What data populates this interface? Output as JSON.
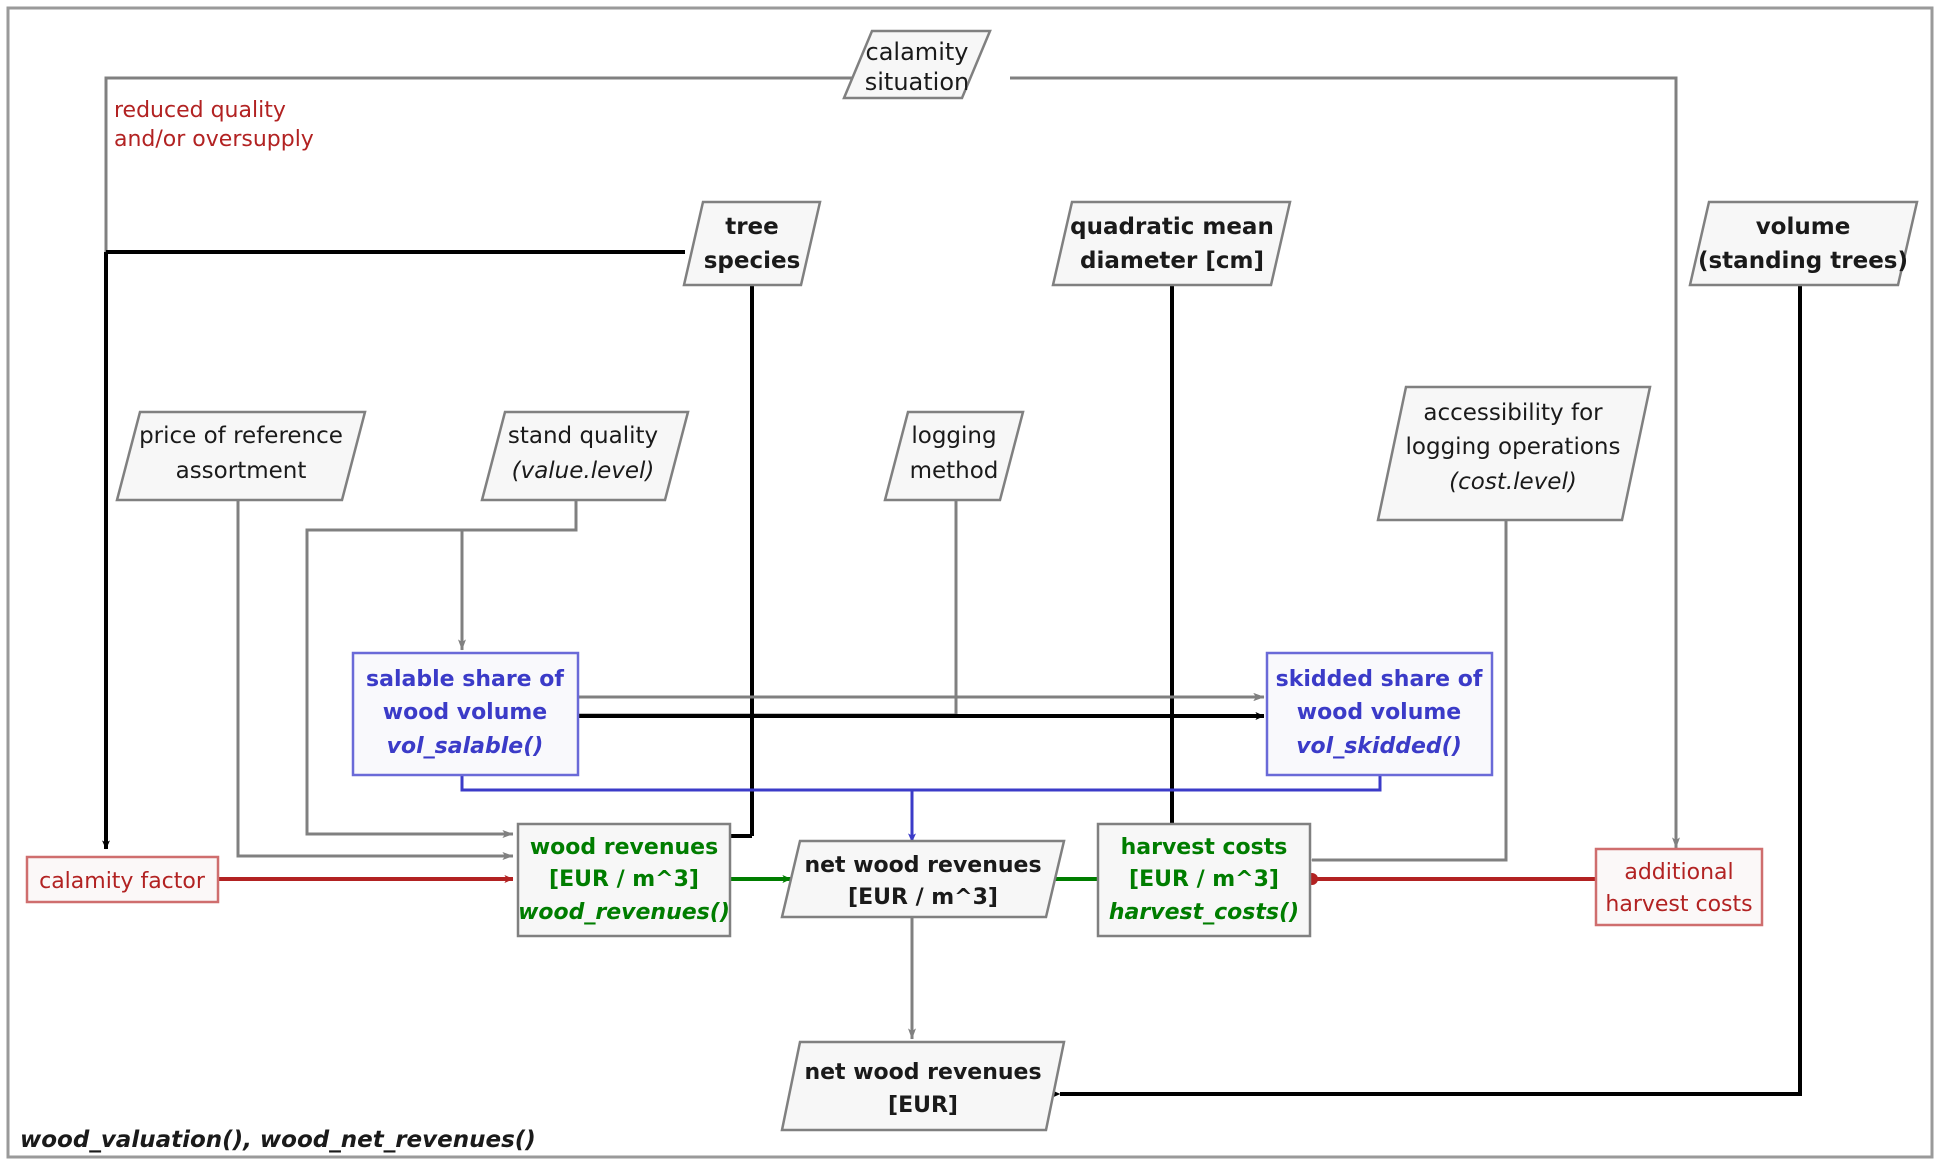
{
  "figure": {
    "caption": "wood_valuation(), wood_net_revenues()",
    "annotation": {
      "line1": "reduced quality",
      "line2": "and/or oversupply"
    }
  },
  "colors": {
    "black": "#000000",
    "gray": "#808080",
    "red": "#b22222",
    "green": "#007d00",
    "blue": "#3b3bc8",
    "node_fill": "#f7f7f7",
    "node_stroke": "#808080",
    "frame": "#9a9a9a"
  },
  "nodes": {
    "calamity_situation": {
      "lines": [
        "calamity",
        "situation"
      ],
      "shape": "parallelogram",
      "style": "plain"
    },
    "tree_species": {
      "lines": [
        "tree",
        "species"
      ],
      "shape": "parallelogram",
      "style": "bold"
    },
    "quadratic_mean_diameter": {
      "lines": [
        "quadratic mean",
        "diameter [cm]"
      ],
      "shape": "parallelogram",
      "style": "bold"
    },
    "volume_standing_trees": {
      "lines": [
        "volume",
        "(standing trees)"
      ],
      "shape": "parallelogram",
      "style": "bold"
    },
    "price_of_reference_assortment": {
      "lines": [
        "price of reference",
        "assortment"
      ],
      "shape": "parallelogram",
      "style": "plain"
    },
    "stand_quality": {
      "lines": [
        "stand quality",
        "(value.level)"
      ],
      "italic_lines": [
        1
      ],
      "shape": "parallelogram",
      "style": "plain"
    },
    "logging_method": {
      "lines": [
        "logging",
        "method"
      ],
      "shape": "parallelogram",
      "style": "plain"
    },
    "accessibility_logging_operations": {
      "lines": [
        "accessibility for",
        "logging operations",
        "(cost.level)"
      ],
      "italic_lines": [
        2
      ],
      "shape": "parallelogram",
      "style": "plain"
    },
    "salable_share": {
      "lines": [
        "salable share of",
        "wood volume",
        "vol_salable()"
      ],
      "italic_lines": [
        2
      ],
      "shape": "rect",
      "style": "bold",
      "color": "blue"
    },
    "skidded_share": {
      "lines": [
        "skidded share of",
        "wood volume",
        "vol_skidded()"
      ],
      "italic_lines": [
        2
      ],
      "shape": "rect",
      "style": "bold",
      "color": "blue"
    },
    "wood_revenues": {
      "lines": [
        "wood revenues",
        "[EUR / m^3]",
        "wood_revenues()"
      ],
      "italic_lines": [
        2
      ],
      "shape": "rect",
      "style": "bold",
      "color": "green"
    },
    "harvest_costs": {
      "lines": [
        "harvest costs",
        "[EUR / m^3]",
        "harvest_costs()"
      ],
      "italic_lines": [
        2
      ],
      "shape": "rect",
      "style": "bold",
      "color": "green"
    },
    "net_wood_revenues_per_m3": {
      "lines": [
        "net wood revenues",
        "[EUR / m^3]"
      ],
      "shape": "parallelogram",
      "style": "bold"
    },
    "net_wood_revenues_eur": {
      "lines": [
        "net wood revenues",
        "[EUR]"
      ],
      "shape": "parallelogram",
      "style": "bold"
    },
    "calamity_factor": {
      "lines": [
        "calamity factor"
      ],
      "shape": "rect",
      "style": "plain",
      "color": "red"
    },
    "additional_harvest_costs": {
      "lines": [
        "additional",
        "harvest costs"
      ],
      "shape": "rect",
      "style": "plain",
      "color": "red"
    }
  },
  "edges": [
    {
      "from": "calamity_situation",
      "to": "calamity_factor",
      "color": "black"
    },
    {
      "from": "calamity_situation",
      "to": "additional_harvest_costs",
      "color": "gray"
    },
    {
      "from": "calamity_factor",
      "to": "wood_revenues",
      "color": "red"
    },
    {
      "from": "additional_harvest_costs",
      "to": "harvest_costs",
      "color": "red"
    },
    {
      "from": "tree_species",
      "to": "salable_share",
      "color": "black"
    },
    {
      "from": "tree_species",
      "to": "skidded_share",
      "color": "black"
    },
    {
      "from": "tree_species",
      "to": "wood_revenues",
      "color": "black"
    },
    {
      "from": "quadratic_mean_diameter",
      "to": "salable_share",
      "color": "black"
    },
    {
      "from": "quadratic_mean_diameter",
      "to": "skidded_share",
      "color": "black"
    },
    {
      "from": "quadratic_mean_diameter",
      "to": "harvest_costs",
      "color": "black"
    },
    {
      "from": "price_of_reference_assortment",
      "to": "wood_revenues",
      "color": "gray"
    },
    {
      "from": "stand_quality",
      "to": "salable_share",
      "color": "gray"
    },
    {
      "from": "stand_quality",
      "to": "wood_revenues",
      "color": "gray"
    },
    {
      "from": "logging_method",
      "to": "salable_share",
      "color": "gray"
    },
    {
      "from": "logging_method",
      "to": "skidded_share",
      "color": "gray"
    },
    {
      "from": "accessibility_logging_operations",
      "to": "harvest_costs",
      "color": "gray"
    },
    {
      "from": "salable_share",
      "to": "net_wood_revenues_per_m3",
      "color": "blue"
    },
    {
      "from": "skidded_share",
      "to": "net_wood_revenues_per_m3",
      "color": "blue"
    },
    {
      "from": "wood_revenues",
      "to": "net_wood_revenues_per_m3",
      "color": "green"
    },
    {
      "from": "harvest_costs",
      "to": "net_wood_revenues_per_m3",
      "color": "green"
    },
    {
      "from": "net_wood_revenues_per_m3",
      "to": "net_wood_revenues_eur",
      "color": "gray"
    },
    {
      "from": "volume_standing_trees",
      "to": "net_wood_revenues_eur",
      "color": "black"
    }
  ]
}
